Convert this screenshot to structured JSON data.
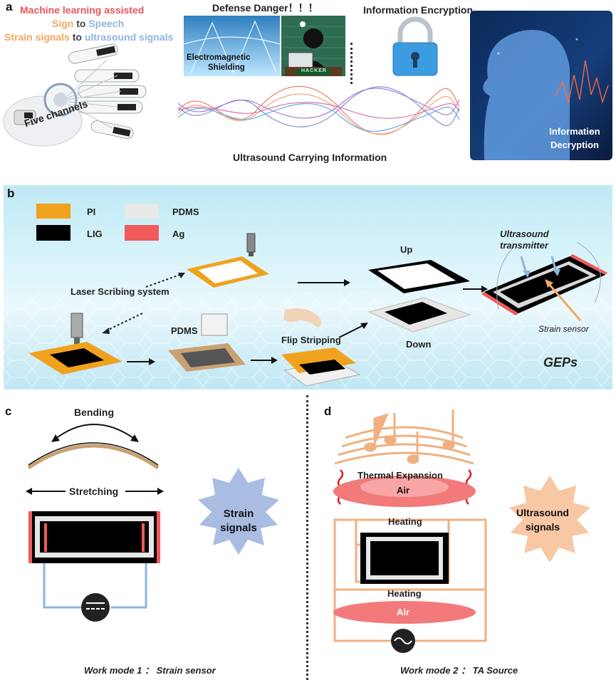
{
  "panel_a": {
    "label": "a",
    "title_lines": [
      "Machine learning assisted"
    ],
    "sign_word": "Sign",
    "to_word": "to",
    "speech_word": "Speech",
    "strain_word": "Strain signals",
    "ultra_word": "ultrasound signals",
    "five_channels": "Five channels",
    "defense": "Defense Danger！！！",
    "em_shield_1": "Electromagnetic",
    "em_shield_2": "Shielding",
    "hacker": "HACKER",
    "encryption": "Information Encryption",
    "carrying": "Ultrasound Carrying Information",
    "decryption_1": "Information",
    "decryption_2": "Decryption",
    "colors": {
      "red": "#e8555a",
      "orange": "#f0a860",
      "blue": "#8fb4e0"
    }
  },
  "panel_b": {
    "label": "b",
    "legend": [
      {
        "name": "PI",
        "color": "#f0a21e"
      },
      {
        "name": "PDMS",
        "color": "#e8e8e8"
      },
      {
        "name": "LIG",
        "color": "#000000"
      },
      {
        "name": "Ag",
        "color": "#f25a5a"
      }
    ],
    "laser": "Laser Scribing system",
    "pdms": "PDMS",
    "flip": "Flip Stripping",
    "up": "Up",
    "down": "Down",
    "ultrasound_transmitter_1": "Ultrasound",
    "ultrasound_transmitter_2": "transmitter",
    "strain_sensor": "Strain sensor",
    "geps": "GEPs"
  },
  "panel_c": {
    "label": "c",
    "bending": "Bending",
    "stretching": "Stretching",
    "badge_1": "Strain",
    "badge_2": "signals",
    "caption": "Work mode 1 ： Strain sensor"
  },
  "panel_d": {
    "label": "d",
    "thermal": "Thermal Expansion",
    "air_top": "Air",
    "heating_top": "Heating",
    "heating_bottom": "Heating",
    "air_bottom": "Air",
    "badge_1": "Ultrasound",
    "badge_2": "signals",
    "caption": "Work mode 2 ： TA Source"
  }
}
